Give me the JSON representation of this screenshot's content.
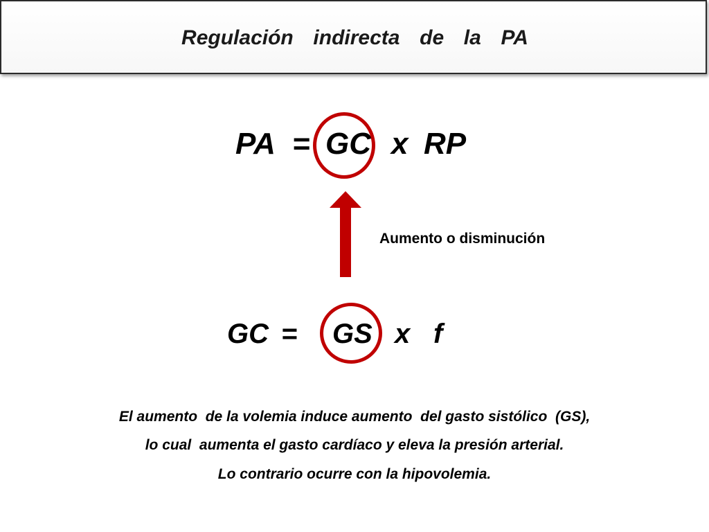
{
  "slide": {
    "title": "Regulación  indirecta  de  la  PA",
    "equation_1": {
      "lhs": "PA",
      "eq": "=",
      "circled_term": "GC",
      "op": "x",
      "rhs": "RP"
    },
    "arrow_label": "Aumento o disminución",
    "equation_2": {
      "lhs": "GC",
      "eq": "=",
      "circled_term": "GS",
      "op": "x",
      "rhs": "f"
    },
    "paragraph": [
      "El aumento  de la volemia induce aumento  del gasto sistólico  (GS),",
      "lo cual  aumenta el gasto cardíaco y eleva la presión arterial.",
      "Lo contrario ocurre con la hipovolemia."
    ],
    "colors": {
      "accent": "#c00000",
      "text": "#000000",
      "border": "#2b2b2b"
    },
    "icons": {
      "arrow": "up-arrow-icon"
    }
  }
}
